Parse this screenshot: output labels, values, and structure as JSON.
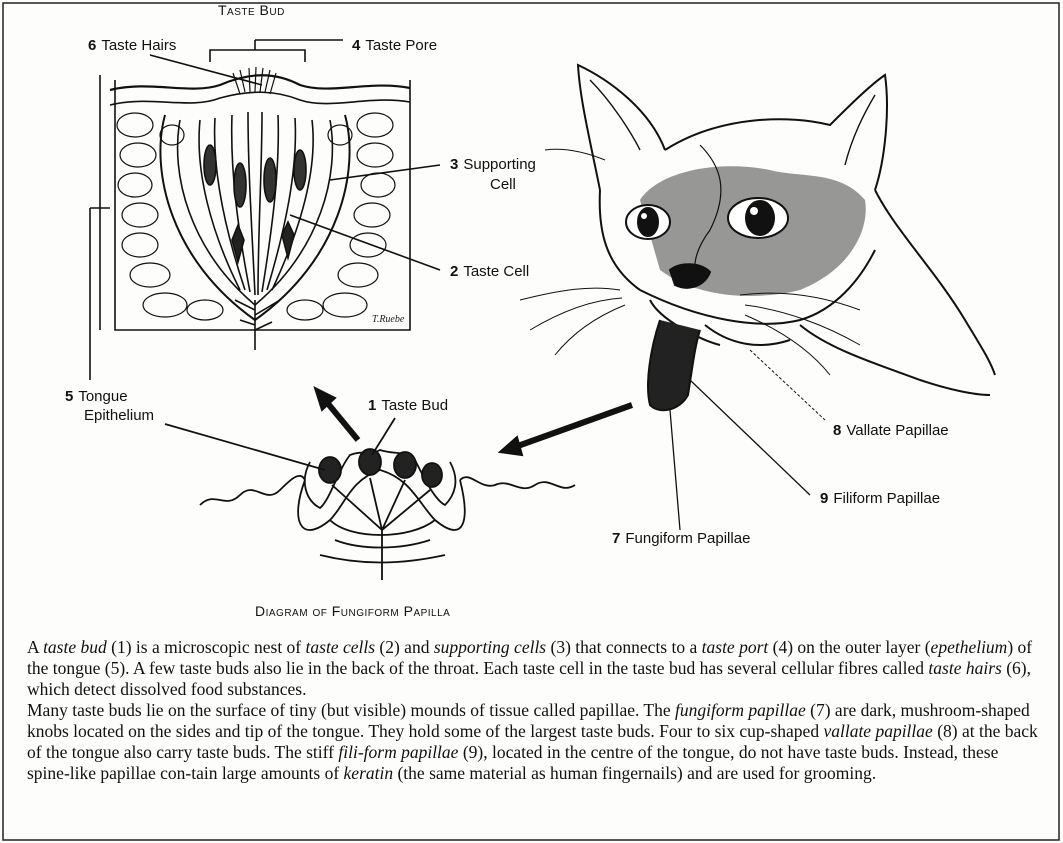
{
  "diagram": {
    "title_top": "Taste Bud",
    "title_bottom": "Diagram of Fungiform Papilla",
    "labels": [
      {
        "num": "6",
        "text": "Taste Hairs"
      },
      {
        "num": "4",
        "text": "Taste Pore"
      },
      {
        "num": "3",
        "text": "Supporting"
      },
      {
        "num": "",
        "text": "Cell"
      },
      {
        "num": "2",
        "text": "Taste Cell"
      },
      {
        "num": "5",
        "text": "Tongue"
      },
      {
        "num": "",
        "text": "Epithelium"
      },
      {
        "num": "1",
        "text": "Taste Bud"
      },
      {
        "num": "8",
        "text": "Vallate Papillae"
      },
      {
        "num": "9",
        "text": "Filiform Papillae"
      },
      {
        "num": "7",
        "text": "Fungiform Papillae"
      }
    ],
    "signature": "T.Ruebe"
  },
  "text": {
    "p1": [
      {
        "t": "A ",
        "i": false
      },
      {
        "t": "taste bud",
        "i": true
      },
      {
        "t": " (1) is a microscopic nest of ",
        "i": false
      },
      {
        "t": "taste cells",
        "i": true
      },
      {
        "t": " (2) and ",
        "i": false
      },
      {
        "t": "supporting cells",
        "i": true
      },
      {
        "t": " (3) that connects to a ",
        "i": false
      },
      {
        "t": "taste port",
        "i": true
      },
      {
        "t": " (4) on the outer layer (",
        "i": false
      },
      {
        "t": "epethelium",
        "i": true
      },
      {
        "t": ") of the tongue (5). A few taste buds also lie in the back of the throat. Each taste cell in the taste bud has several cellular fibres called ",
        "i": false
      },
      {
        "t": "taste hairs",
        "i": true
      },
      {
        "t": " (6), which detect dissolved food substances.",
        "i": false
      }
    ],
    "p2": [
      {
        "t": "Many taste buds lie on the surface of tiny (but visible) mounds of tissue called papillae. The ",
        "i": false
      },
      {
        "t": "fungiform papillae",
        "i": true
      },
      {
        "t": " (7) are dark, mushroom-shaped knobs located on the sides and tip of the tongue. They hold some of the largest taste buds. Four to six cup-shaped ",
        "i": false
      },
      {
        "t": "vallate papillae",
        "i": true
      },
      {
        "t": " (8) at the back of the tongue also carry taste buds. The stiff ",
        "i": false
      },
      {
        "t": "fili-form papillae",
        "i": true
      },
      {
        "t": " (9), located in the centre of the tongue, do not have taste buds. Instead, these spine-like papillae con-tain large amounts of ",
        "i": false
      },
      {
        "t": "keratin",
        "i": true
      },
      {
        "t": " (the same material as human fingernails) and are used for grooming.",
        "i": false
      }
    ]
  }
}
